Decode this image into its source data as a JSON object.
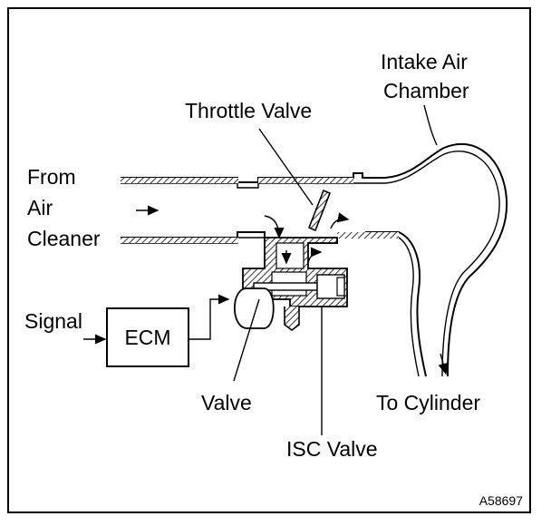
{
  "labels": {
    "intake_air_chamber_1": "Intake Air",
    "intake_air_chamber_2": "Chamber",
    "throttle_valve": "Throttle Valve",
    "from_1": "From",
    "from_2": "Air",
    "from_3": "Cleaner",
    "signal": "Signal",
    "ecm": "ECM",
    "valve": "Valve",
    "to_cylinder": "To Cylinder",
    "isc_valve": "ISC Valve",
    "figure_code": "A58697"
  }
}
